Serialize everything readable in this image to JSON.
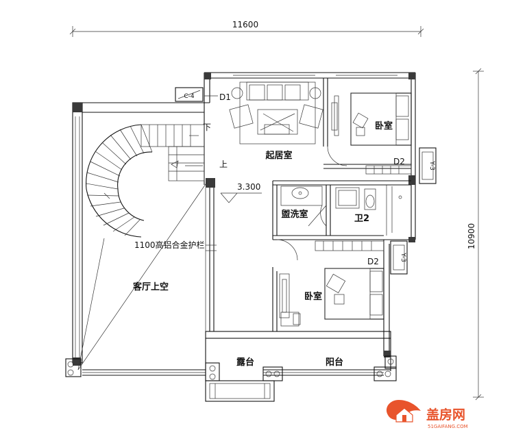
{
  "plan": {
    "dim_width": "11600",
    "dim_height": "10900",
    "level": "3.300",
    "railing_note": "1100高铝合金护栏",
    "rooms": {
      "living": "起居室",
      "bedroom_top": "卧室",
      "bedroom_bottom": "卧室",
      "washroom": "盥洗室",
      "bath": "卫2",
      "void": "客厅上空",
      "terrace": "露台",
      "balcony": "阳台"
    },
    "stair_down": "下",
    "stair_up": "上",
    "tags": {
      "d1": "D1",
      "d2_top": "D2",
      "d2_bottom": "D2",
      "c4": "C-4",
      "y3_top": "Y-3",
      "y3_bottom": "Y-3"
    }
  },
  "logo": {
    "name": "盖房网",
    "url_text": "51GAIFANG.COM",
    "color": "#e8542c"
  }
}
